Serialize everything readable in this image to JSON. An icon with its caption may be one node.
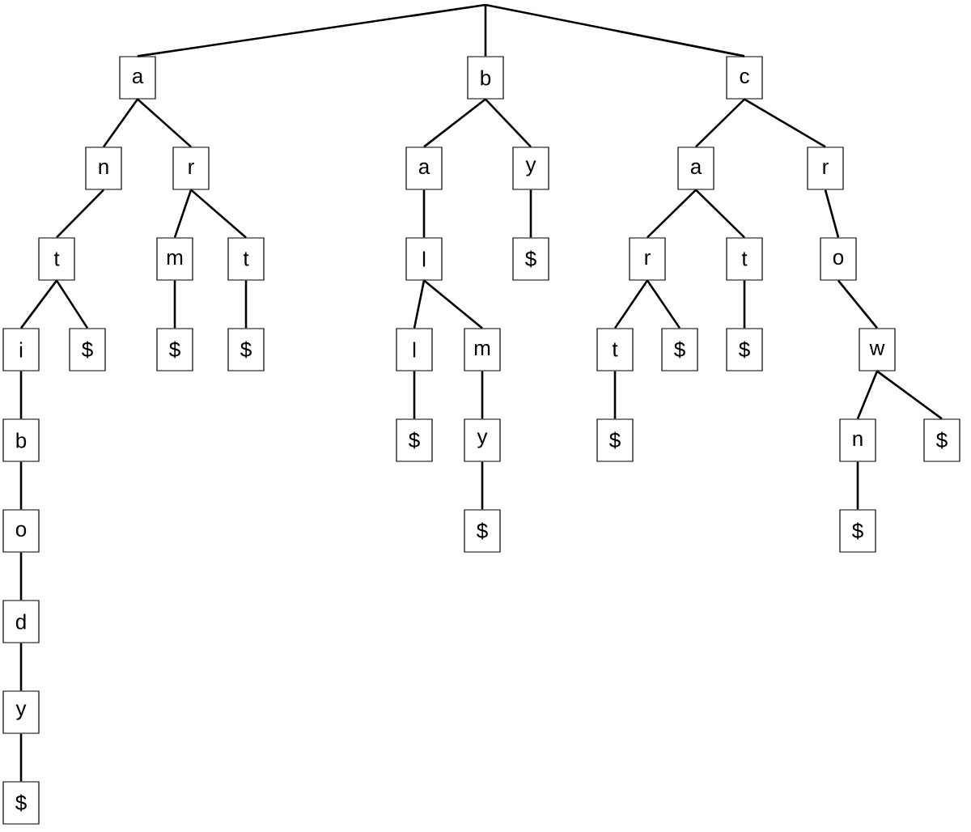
{
  "diagram": {
    "nodes": [
      {
        "text": [
          "a"
        ]
      },
      {
        "text": [
          "n"
        ]
      },
      {
        "text": [
          "t"
        ]
      },
      {
        "text": [
          "i"
        ]
      },
      {
        "text": [
          "b"
        ]
      },
      {
        "text": [
          "o"
        ]
      },
      {
        "text": [
          "d"
        ]
      },
      {
        "text": [
          "y"
        ]
      },
      {
        "text": [
          "$"
        ]
      },
      {
        "text": [
          "$"
        ]
      },
      {
        "text": [
          "r"
        ]
      },
      {
        "text": [
          "m"
        ]
      },
      {
        "text": [
          "$"
        ]
      },
      {
        "text": [
          "t"
        ]
      },
      {
        "text": [
          "$"
        ]
      },
      {
        "text": [
          "b"
        ]
      },
      {
        "text": [
          "a"
        ]
      },
      {
        "text": [
          "l"
        ]
      },
      {
        "text": [
          "l"
        ]
      },
      {
        "text": [
          "$"
        ]
      },
      {
        "text": [
          "m"
        ]
      },
      {
        "text": [
          "y"
        ]
      },
      {
        "text": [
          "$"
        ]
      },
      {
        "text": [
          "y"
        ]
      },
      {
        "text": [
          "$"
        ]
      },
      {
        "text": [
          "c"
        ]
      },
      {
        "text": [
          "a"
        ]
      },
      {
        "text": [
          "r"
        ]
      },
      {
        "text": [
          "t"
        ]
      },
      {
        "text": [
          "$"
        ]
      },
      {
        "text": [
          "$"
        ]
      },
      {
        "text": [
          "t"
        ]
      },
      {
        "text": [
          "$"
        ]
      },
      {
        "text": [
          "r"
        ]
      },
      {
        "text": [
          "o"
        ]
      },
      {
        "text": [
          "w"
        ]
      },
      {
        "text": [
          "n"
        ]
      },
      {
        "text": [
          "$"
        ]
      },
      {
        "text": [
          "$"
        ]
      }
    ],
    "edges": [
      {
        "from": null,
        "to": 0,
        "arrow": "none"
      },
      {
        "from": null,
        "to": 15,
        "arrow": "none"
      },
      {
        "from": null,
        "to": 25,
        "arrow": "none"
      },
      {
        "from": 0,
        "to": 1,
        "arrow": "none"
      },
      {
        "from": 1,
        "to": 2,
        "arrow": "none"
      },
      {
        "from": 2,
        "to": 3,
        "arrow": "none"
      },
      {
        "from": 3,
        "to": 4,
        "arrow": "none"
      },
      {
        "from": 4,
        "to": 5,
        "arrow": "none"
      },
      {
        "from": 5,
        "to": 6,
        "arrow": "none"
      },
      {
        "from": 6,
        "to": 7,
        "arrow": "none"
      },
      {
        "from": 7,
        "to": 8,
        "arrow": "none"
      },
      {
        "from": 2,
        "to": 9,
        "arrow": "none"
      },
      {
        "from": 0,
        "to": 10,
        "arrow": "none"
      },
      {
        "from": 10,
        "to": 11,
        "arrow": "none"
      },
      {
        "from": 11,
        "to": 12,
        "arrow": "none"
      },
      {
        "from": 10,
        "to": 13,
        "arrow": "none"
      },
      {
        "from": 13,
        "to": 14,
        "arrow": "none"
      },
      {
        "from": 15,
        "to": 16,
        "arrow": "none"
      },
      {
        "from": 16,
        "to": 17,
        "arrow": "none"
      },
      {
        "from": 17,
        "to": 18,
        "arrow": "none"
      },
      {
        "from": 18,
        "to": 19,
        "arrow": "none"
      },
      {
        "from": 17,
        "to": 20,
        "arrow": "none"
      },
      {
        "from": 20,
        "to": 21,
        "arrow": "none"
      },
      {
        "from": 21,
        "to": 22,
        "arrow": "none"
      },
      {
        "from": 15,
        "to": 23,
        "arrow": "none"
      },
      {
        "from": 23,
        "to": 24,
        "arrow": "none"
      },
      {
        "from": 25,
        "to": 26,
        "arrow": "none"
      },
      {
        "from": 26,
        "to": 27,
        "arrow": "none"
      },
      {
        "from": 27,
        "to": 28,
        "arrow": "none"
      },
      {
        "from": 28,
        "to": 29,
        "arrow": "none"
      },
      {
        "from": 27,
        "to": 30,
        "arrow": "none"
      },
      {
        "from": 26,
        "to": 31,
        "arrow": "none"
      },
      {
        "from": 31,
        "to": 32,
        "arrow": "none"
      },
      {
        "from": 25,
        "to": 33,
        "arrow": "none"
      },
      {
        "from": 33,
        "to": 34,
        "arrow": "none"
      },
      {
        "from": 34,
        "to": 35,
        "arrow": "none"
      },
      {
        "from": 35,
        "to": 36,
        "arrow": "none"
      },
      {
        "from": 36,
        "to": 37,
        "arrow": "none"
      },
      {
        "from": 35,
        "to": 38,
        "arrow": "none"
      }
    ]
  }
}
